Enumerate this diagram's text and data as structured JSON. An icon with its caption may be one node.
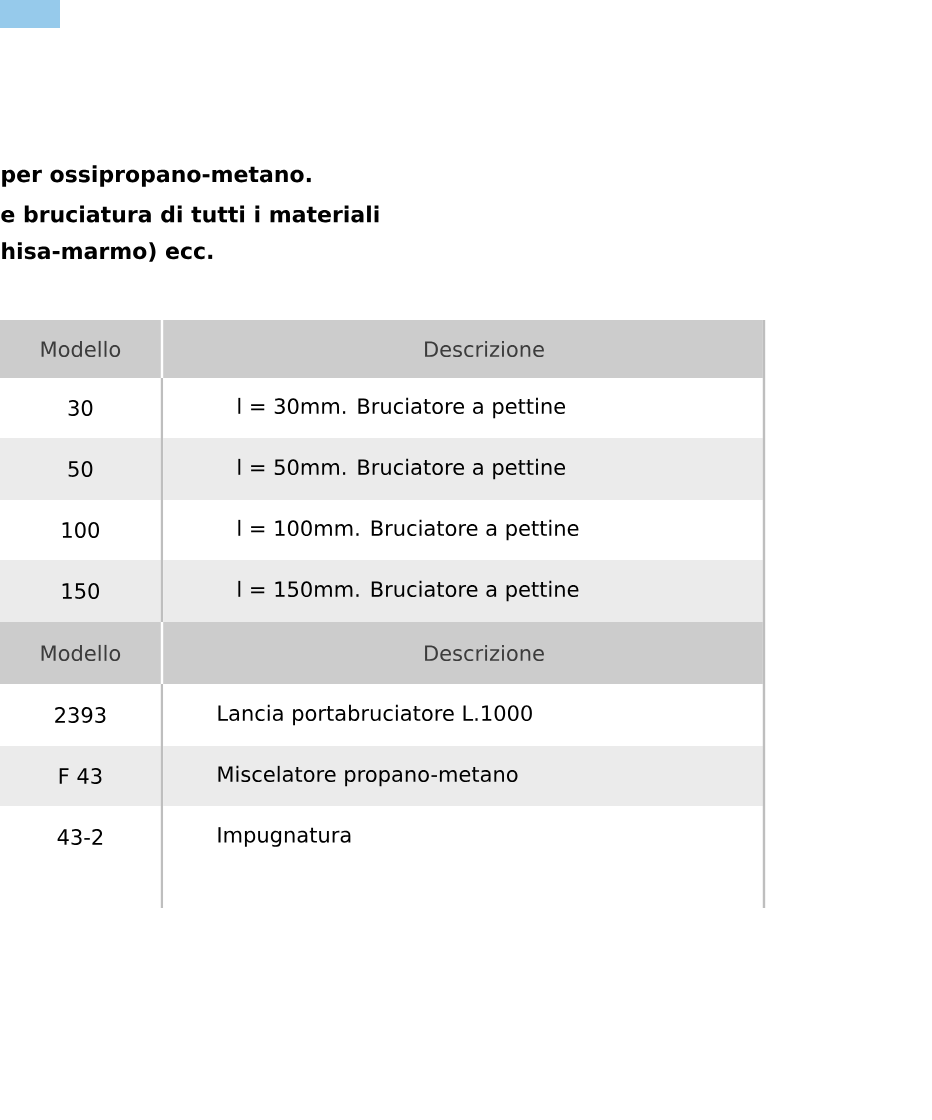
{
  "diagram": {
    "labels": [
      "per ossipropano-metano.",
      "e bruciatura di tutti i materiali",
      "hisa-marmo) ecc.",
      "Modello",
      "Descrizione",
      "30",
      "l = 30mm. Bruciatore a pettine",
      "50",
      "l = 50mm. Bruciatore a pettine",
      "100",
      "l = 100mm. Bruciatore a pettine",
      "150",
      "l = 150mm. Bruciatore a pettine",
      "Modello",
      "Descrizione",
      "2393",
      "Lancia portabruciatore L.1000",
      "F 43",
      "Miscelatore propano-metano",
      "43-2",
      "Impugnatura"
    ]
  }
}
